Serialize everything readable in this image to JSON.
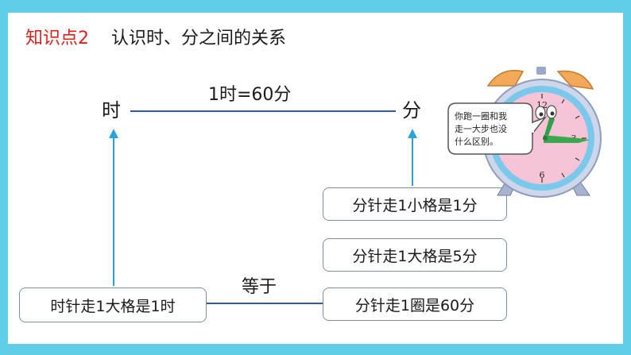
{
  "title": {
    "tag": "知识点2",
    "text": "认识时、分之间的关系"
  },
  "nodes": {
    "hour": "时",
    "minute": "分"
  },
  "relation": {
    "equation": "1时=60分",
    "equals": "等于"
  },
  "boxes": {
    "hour_hand": "时针走1大格是1时",
    "minute_small": "分针走1小格是1分",
    "minute_big": "分针走1大格是5分",
    "minute_full": "分针走1圈是60分"
  },
  "clock": {
    "speech": [
      "你跑一圈和我",
      "走一大步也没",
      "什么区别。"
    ],
    "numbers": {
      "top": "12",
      "right": "3",
      "bottom": "6"
    }
  },
  "colors": {
    "frame": "#5ecfe6",
    "title_tag": "#e0201b",
    "line": "#2e5aa8",
    "arrow": "#2ca3d8"
  }
}
